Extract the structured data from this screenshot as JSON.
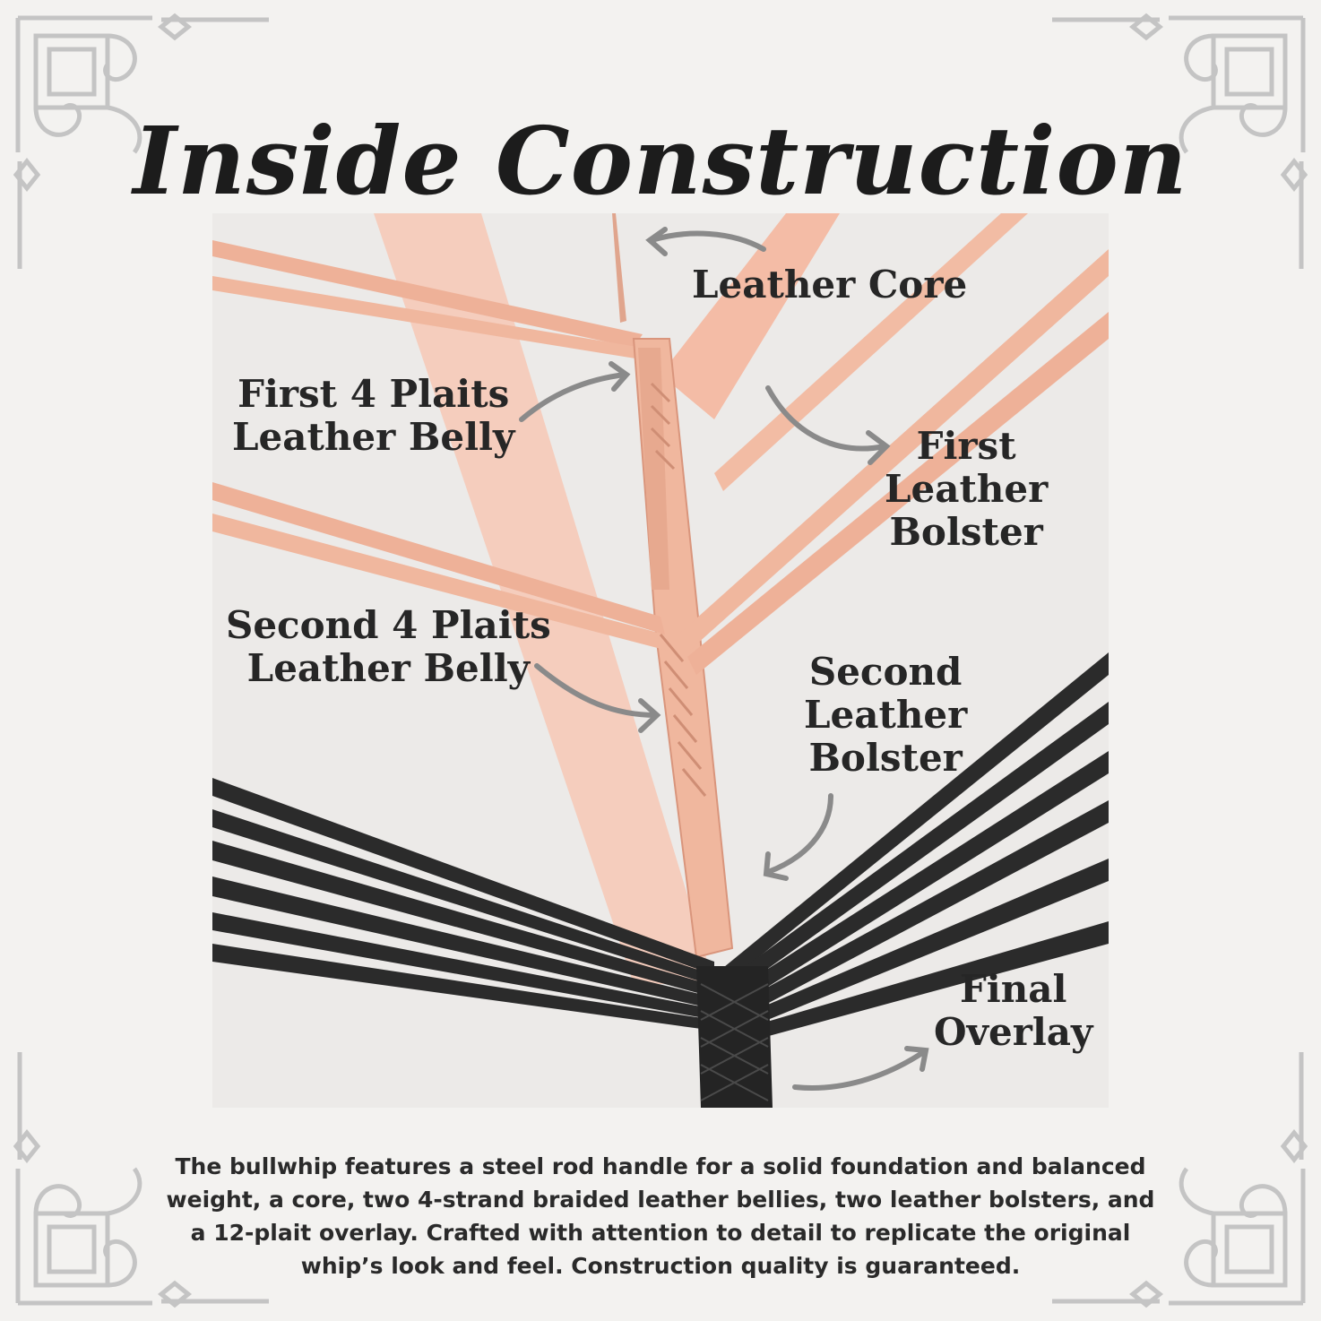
{
  "title": "Inside Construction",
  "labels": {
    "leather_core": [
      "Leather Core"
    ],
    "first_belly": [
      "First 4 Plaits",
      "Leather Belly"
    ],
    "first_bolster": [
      "First",
      "Leather",
      "Bolster"
    ],
    "second_belly": [
      "Second 4 Plaits",
      "Leather Belly"
    ],
    "second_bolster": [
      "Second",
      "Leather",
      "Bolster"
    ],
    "final_overlay": [
      "Final",
      "Overlay"
    ]
  },
  "description": "The bullwhip features a steel rod handle for a solid foundation and balanced weight, a core, two 4-strand braided leather bellies, two leather bolsters, and a 12-plait overlay. Crafted with attention to detail to replicate the original whip’s look and feel. Construction quality is guaranteed.",
  "colors": {
    "background": "#f3f2f0",
    "leather_natural": "#f0b79e",
    "leather_black": "#2b2b2b",
    "arrow": "#8a8a8a",
    "ornament": "#c4c4c4"
  }
}
